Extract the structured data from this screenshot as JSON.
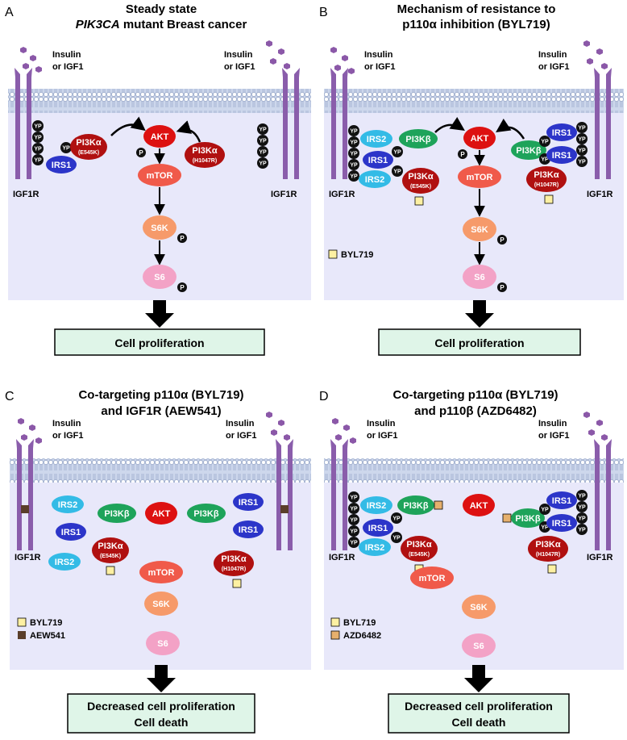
{
  "panels": {
    "A": {
      "letter": "A",
      "title_line1": "Steady state",
      "title_line2_italic": "PIK3CA",
      "title_line2_rest": " mutant Breast cancer",
      "outcome": "Cell proliferation"
    },
    "B": {
      "letter": "B",
      "title_line1": "Mechanism of resistance to",
      "title_line2": "p110α inhibition (BYL719)",
      "outcome": "Cell proliferation"
    },
    "C": {
      "letter": "C",
      "title_line1": "Co-targeting p110α (BYL719)",
      "title_line2": "and IGF1R (AEW541)",
      "outcome_line1": "Decreased cell proliferation",
      "outcome_line2": "Cell death"
    },
    "D": {
      "letter": "D",
      "title_line1": "Co-targeting p110α (BYL719)",
      "title_line2": "and p110β (AZD6482)",
      "outcome_line1": "Decreased cell proliferation",
      "outcome_line2": "Cell death"
    }
  },
  "labels": {
    "ligand1": "Insulin",
    "ligand2": "or IGF1",
    "receptor": "IGF1R",
    "akt": "AKT",
    "mtor": "mTOR",
    "s6k": "S6K",
    "s6": "S6",
    "irs1": "IRS1",
    "irs2": "IRS2",
    "pi3ka": "PI3Kα",
    "pi3kb": "PI3Kβ",
    "e545k": "(E545K)",
    "h1047r": "(H1047R)",
    "yp": "YP",
    "p": "P"
  },
  "legend": {
    "byl": "BYL719",
    "aew": "AEW541",
    "azd": "AZD6482"
  },
  "colors": {
    "membrane": "#c6d2ea",
    "cytoplasm": "#e8e8fa",
    "receptor": "#8a5dab",
    "ligand": "#8b58a8",
    "red": "#dd1111",
    "darkred": "#b01010",
    "blue": "#2c35c9",
    "cyan": "#33bbe6",
    "green": "#1ea35a",
    "orange": "#f69a6a",
    "pink": "#f3a2c6",
    "outcome": "#dff5e8",
    "byl": "#fdf0a2",
    "aew": "#5a3e2a",
    "azd": "#e6b06d"
  }
}
